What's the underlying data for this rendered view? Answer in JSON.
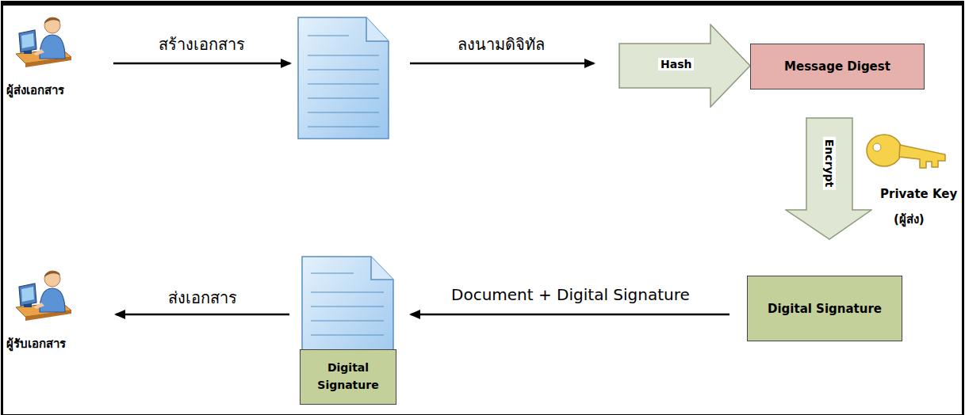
{
  "diagram": {
    "nodes": [
      {
        "text": [
          "ผู้ส่งเอกสาร"
        ]
      },
      {
        "text": [
          "Hash"
        ]
      },
      {
        "text": [
          "Message Digest"
        ]
      },
      {
        "text": [
          "Encrypt"
        ]
      },
      {
        "text": [
          "Digital Signature"
        ]
      },
      {
        "text": [
          "Digital Signature"
        ]
      },
      {
        "text": [
          "ผู้รับเอกสาร"
        ]
      }
    ],
    "edges": [
      {
        "from": 4,
        "to": 5,
        "label": "Document + Digital Signature",
        "arrow": "to"
      },
      {
        "from": 5,
        "to": 6,
        "label": "ส่งเอกสาร",
        "arrow": "to"
      }
    ],
    "labels": [
      "สร้างเอกสาร",
      "ลงนามดิจิทัล",
      "Private Key",
      "(ผู้ส่ง)"
    ]
  }
}
